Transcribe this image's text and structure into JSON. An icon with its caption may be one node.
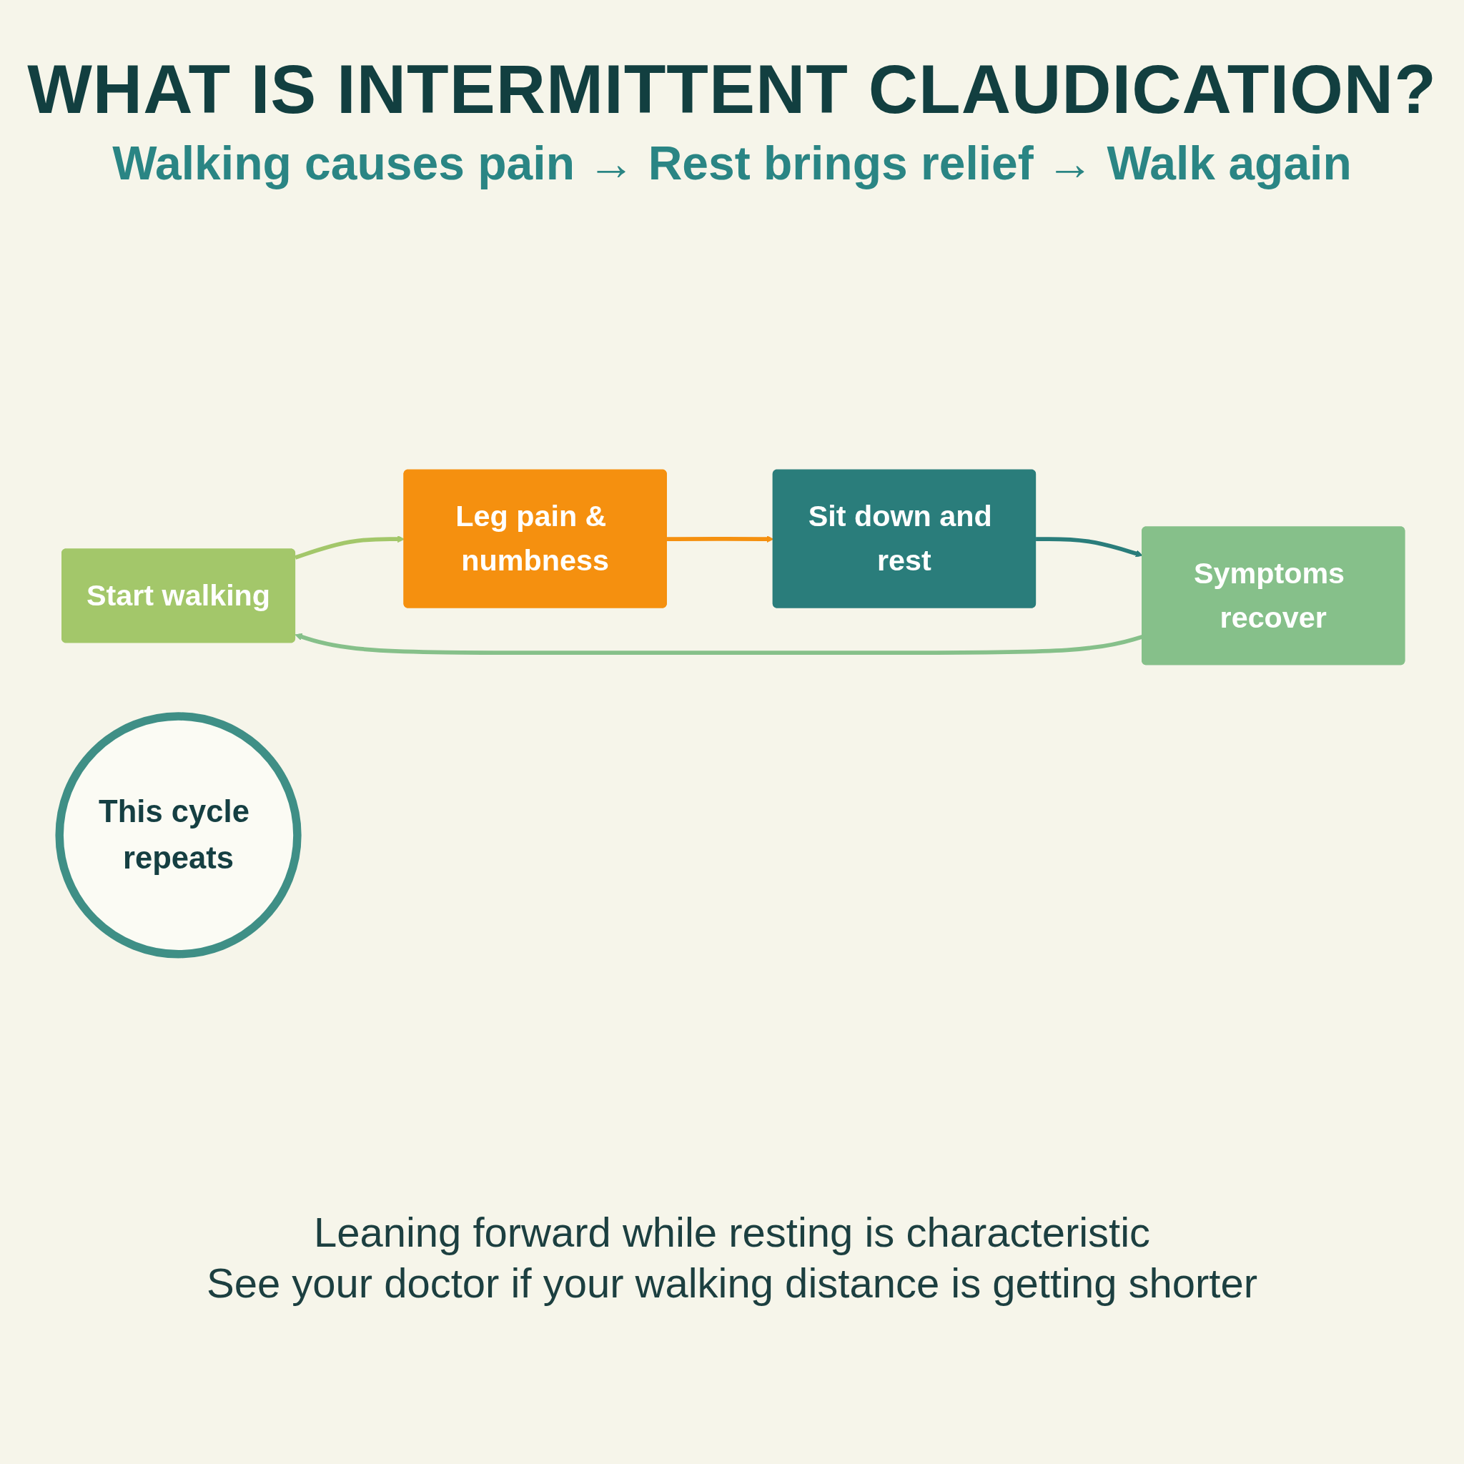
{
  "diagram": {
    "title": "WHAT IS INTERMITTENT CLAUDICATION?",
    "nodes": [
      {
        "text": [
          "Start walking"
        ]
      },
      {
        "text": [
          "Leg pain & numbness"
        ]
      },
      {
        "text": [
          "Sit down and rest"
        ]
      },
      {
        "text": [
          "Symptoms recover"
        ]
      },
      {
        "text": [
          "This cycle repeats"
        ]
      }
    ],
    "edges": [
      {
        "from": 0,
        "to": 1,
        "arrow": "to",
        "color": "#a3c76a"
      },
      {
        "from": 1,
        "to": 2,
        "arrow": "to",
        "color": "#f5900f"
      },
      {
        "from": 2,
        "to": 3,
        "arrow": "to",
        "color": "#2a7d7b"
      },
      {
        "from": 3,
        "to": 0,
        "arrow": "to",
        "color": "#86c08a"
      }
    ],
    "labels": [
      "Walking causes pain → Rest brings relief → Walk again",
      "Leaning forward while resting is characteristic",
      "See your doctor if your walking distance is getting shorter"
    ]
  }
}
